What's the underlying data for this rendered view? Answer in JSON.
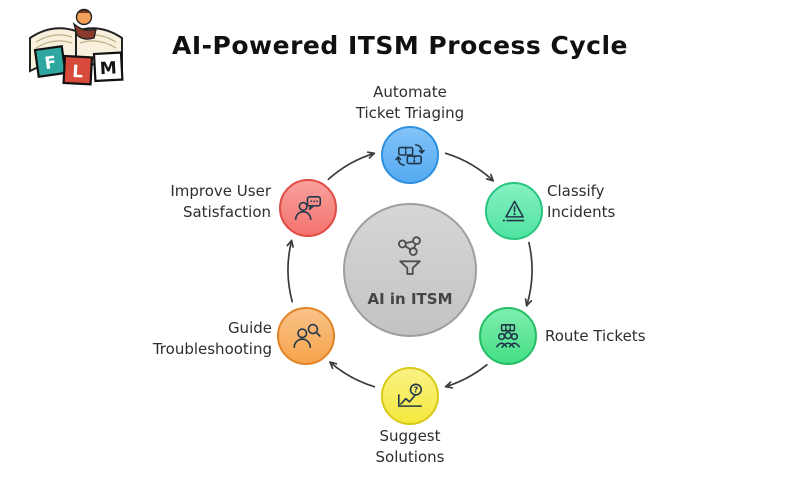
{
  "page": {
    "title": "AI-Powered ITSM Process Cycle"
  },
  "logo": {
    "letters": [
      "F",
      "L",
      "M"
    ]
  },
  "diagram": {
    "direction": "clockwise",
    "arrow_color": "#3b3b3b",
    "center": {
      "label": "AI in ITSM",
      "icon": "funnel-network-icon",
      "color": "#cbcbcb",
      "border_color": "#9e9e9e"
    },
    "question_glyph": "?"
  },
  "nodes": [
    {
      "id": "automate-ticket-triaging",
      "label": "Automate\nTicket Triaging",
      "icon": "sync-tickets-icon",
      "color": "#55aaf2",
      "color_light": "#82c3f8",
      "border": "#2e8fe0"
    },
    {
      "id": "classify-incidents",
      "label": "Classify\nIncidents",
      "icon": "alert-triangle-icon",
      "color": "#4fe3a1",
      "color_light": "#86f0c1",
      "border": "#27c57f"
    },
    {
      "id": "route-tickets",
      "label": "Route Tickets",
      "icon": "team-ticket-icon",
      "color": "#45df85",
      "color_light": "#7eeeae",
      "border": "#23bd64"
    },
    {
      "id": "suggest-solutions",
      "label": "Suggest\nSolutions",
      "icon": "chart-question-icon",
      "color": "#f5e83d",
      "color_light": "#faf285",
      "border": "#d9c918"
    },
    {
      "id": "guide-troubleshooting",
      "label": "Guide\nTroubleshooting",
      "icon": "person-search-icon",
      "color": "#f6a44c",
      "color_light": "#fac288",
      "border": "#e28425"
    },
    {
      "id": "improve-user-satisfaction",
      "label": "Improve User\nSatisfaction",
      "icon": "person-chat-icon",
      "color": "#f4726d",
      "color_light": "#f8a19d",
      "border": "#e04b45"
    }
  ]
}
